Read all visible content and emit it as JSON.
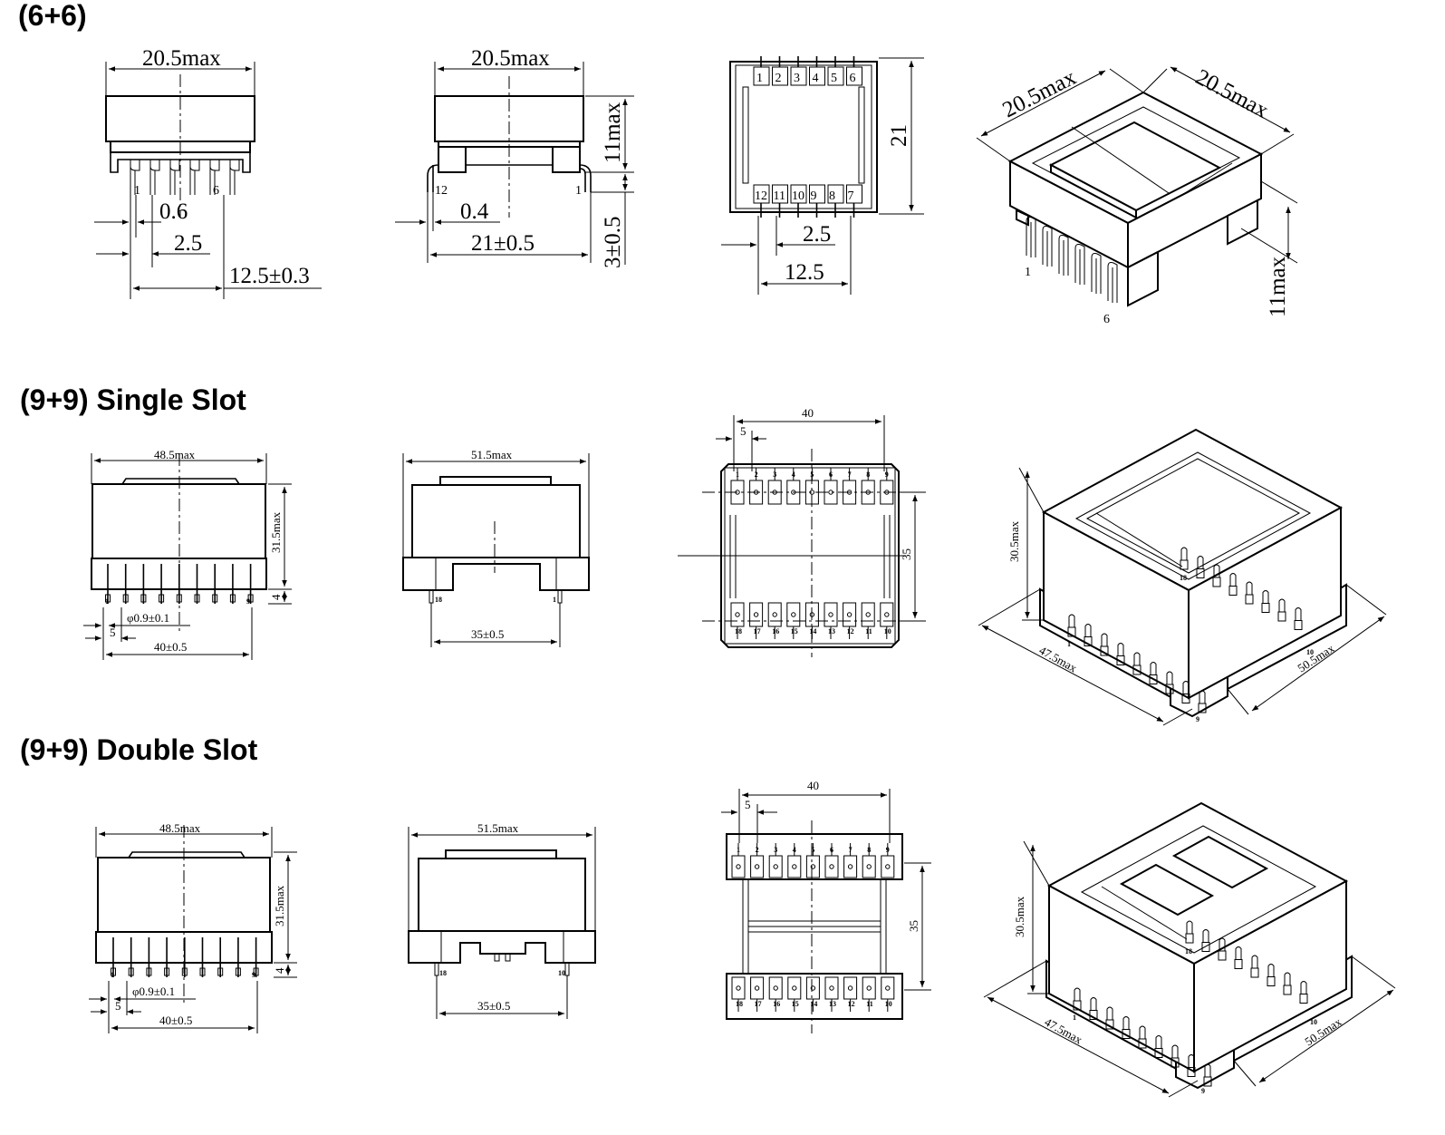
{
  "sections": [
    {
      "title": "(6+6)",
      "front": {
        "width": "20.5max",
        "pin_thick": "0.6",
        "pitch": "2.5",
        "span": "12.5±0.3",
        "pin_first": "1",
        "pin_last": "6"
      },
      "side": {
        "width": "20.5max",
        "height": "11max",
        "pin_thick": "0.4",
        "row_span": "21±0.5",
        "standoff": "3±0.5",
        "pin_left": "12",
        "pin_right": "1"
      },
      "bottom": {
        "depth": "21",
        "pitch": "2.5",
        "span": "12.5",
        "top_pins": [
          "1",
          "2",
          "3",
          "4",
          "5",
          "6"
        ],
        "bottom_pins": [
          "12",
          "11",
          "10",
          "9",
          "8",
          "7"
        ]
      },
      "iso": {
        "dim_a": "20.5max",
        "dim_b": "20.5max",
        "height": "11max",
        "pin_a": "1",
        "pin_b": "6"
      }
    },
    {
      "title": "(9+9) Single Slot",
      "front": {
        "width": "48.5max",
        "height": "31.5max",
        "standoff": "4",
        "pin_dia": "φ0.9±0.1",
        "pitch": "5",
        "span": "40±0.5",
        "pin_first": "1",
        "pin_last": "9"
      },
      "side": {
        "width": "51.5max",
        "row_span": "35±0.5",
        "pin_left": "18",
        "pin_right": "1"
      },
      "bottom": {
        "span": "40",
        "pitch": "5",
        "depth": "35"
      },
      "iso": {
        "height": "30.5max",
        "len_a": "47.5max",
        "len_b": "50.5max",
        "pin_a": "18",
        "pin_b": "10",
        "pin_c": "1",
        "pin_d": "9"
      }
    },
    {
      "title": "(9+9) Double Slot",
      "front": {
        "width": "48.5max",
        "height": "31.5max",
        "standoff": "4",
        "pin_dia": "φ0.9±0.1",
        "pitch": "5",
        "span": "40±0.5",
        "pin_first": "1",
        "pin_last": "9"
      },
      "side": {
        "width": "51.5max",
        "row_span": "35±0.5",
        "pin_left": "18",
        "pin_right": "10"
      },
      "bottom": {
        "span": "40",
        "pitch": "5",
        "depth": "35"
      },
      "iso": {
        "height": "30.5max",
        "len_a": "47.5max",
        "len_b": "50.5max",
        "pin_a": "18",
        "pin_b": "10",
        "pin_c": "1",
        "pin_d": "9"
      }
    }
  ],
  "tiny_top": [
    "1",
    "2",
    "3",
    "4",
    "5",
    "6",
    "7",
    "8",
    "9"
  ],
  "tiny_bot": [
    "18",
    "17",
    "16",
    "15",
    "14",
    "13",
    "12",
    "11",
    "10"
  ]
}
